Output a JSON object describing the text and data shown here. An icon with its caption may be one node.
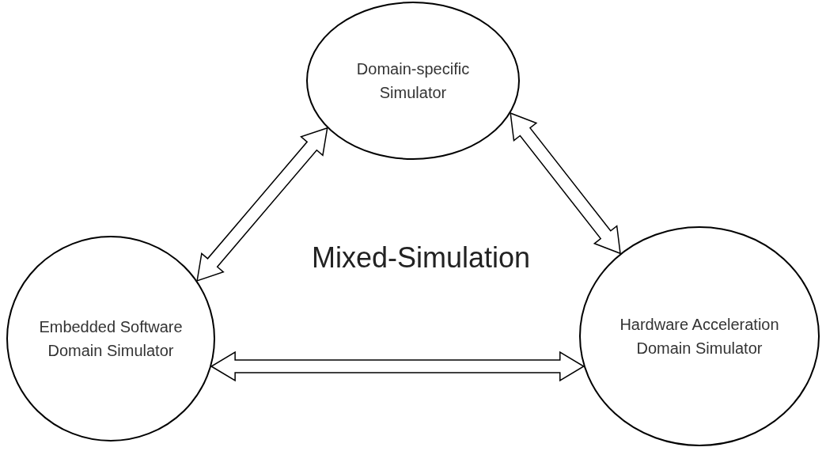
{
  "diagram": {
    "nodes": [
      {
        "text": [
          "Domain-specific Simulator"
        ]
      },
      {
        "text": [
          "Embedded Software Domain Simulator"
        ]
      },
      {
        "text": [
          "Hardware Acceleration Domain Simulator"
        ]
      }
    ],
    "edges": [
      {
        "from": 0,
        "to": 1,
        "arrow": "both"
      },
      {
        "from": 0,
        "to": 2,
        "arrow": "both"
      },
      {
        "from": 1,
        "to": 2,
        "arrow": "both"
      }
    ],
    "labels": [
      "Mixed-Simulation"
    ]
  }
}
